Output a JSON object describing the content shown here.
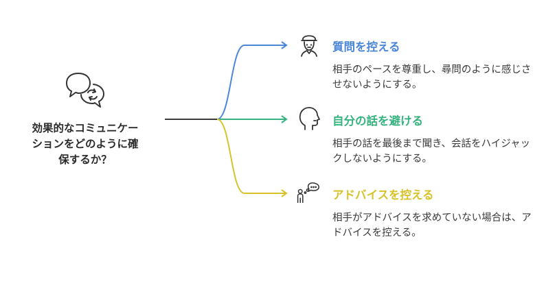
{
  "question": {
    "lines": [
      "効果的なコミュニケー",
      "ションをどのように確",
      "保するか？"
    ],
    "icon": "speech-bubbles-cycle-icon"
  },
  "colors": {
    "trunk": "#3b3b3b",
    "blue": "#4a86d8",
    "green": "#36b37e",
    "yellow": "#d8c22a"
  },
  "nodes": [
    {
      "title": "質問を控える",
      "description": "相手のペースを尊重し、尋問のように感じさせないようにする。",
      "icon": "person-with-cap-icon",
      "color": "#4a86d8"
    },
    {
      "title": "自分の話を避ける",
      "description": "相手の話を最後まで聞き、会話をハイジャックしないようにする。",
      "icon": "head-profile-speaking-icon",
      "color": "#36b37e"
    },
    {
      "title": "アドバイスを控える",
      "description": "相手がアドバイスを求めていない場合は、アドバイスを控える。",
      "icon": "person-thought-bubble-icon",
      "color": "#d8c22a"
    }
  ]
}
